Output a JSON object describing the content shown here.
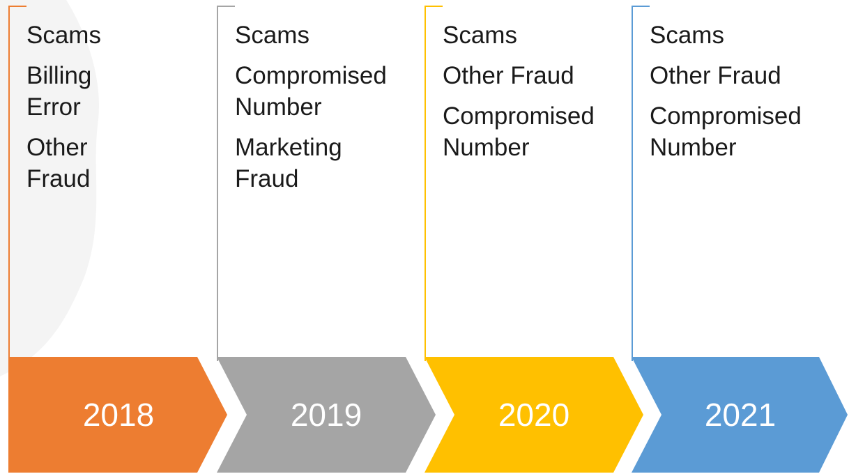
{
  "timeline": {
    "stages": [
      {
        "year": "2018",
        "color": "#ED7D31",
        "items": [
          "Scams",
          "Billing Error",
          "Other Fraud"
        ]
      },
      {
        "year": "2019",
        "color": "#A5A5A5",
        "items": [
          "Scams",
          "Compromised Number",
          "Marketing Fraud"
        ]
      },
      {
        "year": "2020",
        "color": "#FFC000",
        "items": [
          "Scams",
          "Other Fraud",
          "Compromised Number"
        ]
      },
      {
        "year": "2021",
        "color": "#5B9BD5",
        "items": [
          "Scams",
          "Other Fraud",
          "Compromised Number"
        ]
      }
    ]
  }
}
